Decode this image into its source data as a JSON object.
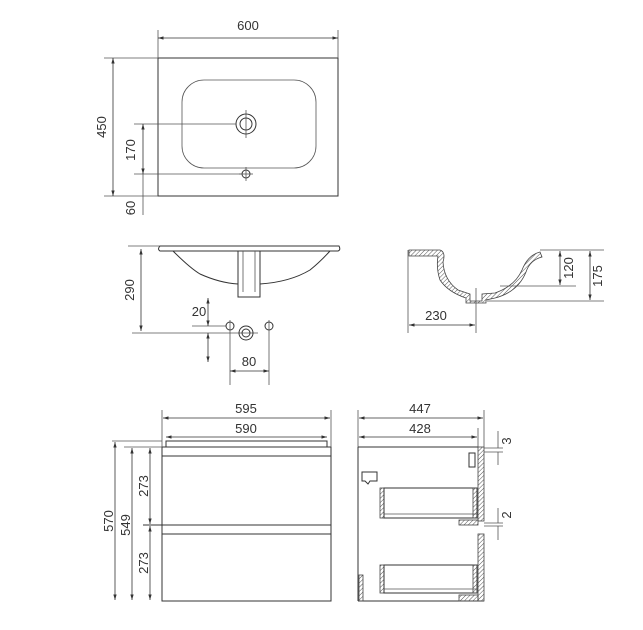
{
  "title": "Vanity unit with washbasin - technical drawing",
  "top_view": {
    "width": "600",
    "depth": "450",
    "tap_to_drain": "170",
    "tap_offset": "60"
  },
  "front_view": {
    "drain_height": "290",
    "drain_offset": "20",
    "hole_spacing": "80"
  },
  "section_view": {
    "bowl_depth": "120",
    "total_depth": "175",
    "drain_distance": "230"
  },
  "cabinet_front": {
    "top_width": "595",
    "cabinet_width": "590",
    "total_height": "570",
    "body_height": "549",
    "drawer_upper": "273",
    "drawer_lower": "273"
  },
  "cabinet_side": {
    "top_depth": "447",
    "cabinet_depth": "428",
    "gap_top": "3",
    "gap_middle": "2"
  }
}
